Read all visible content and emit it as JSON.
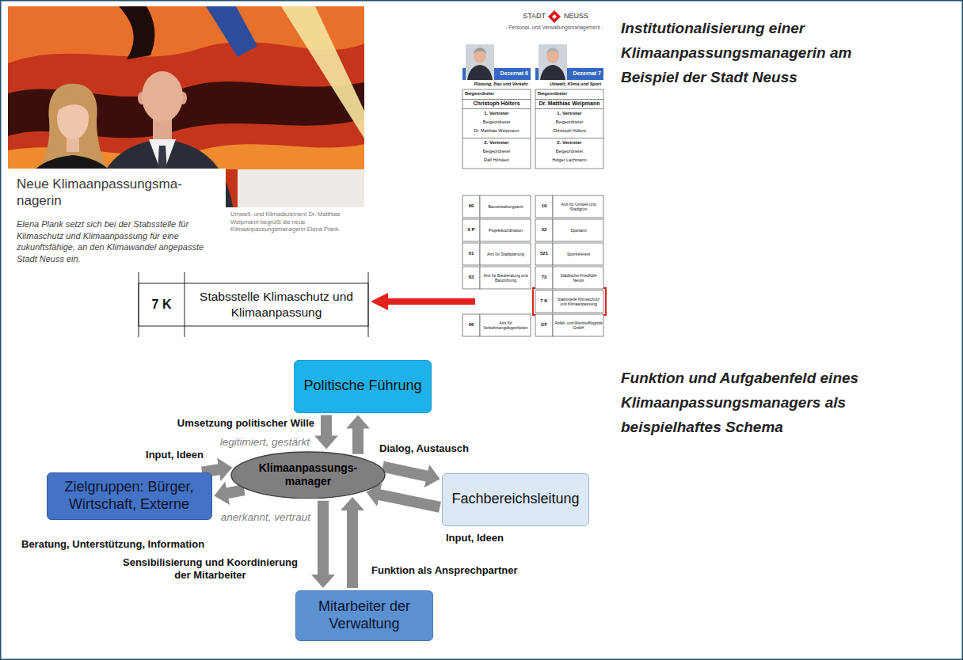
{
  "diagram": {
    "nodes": [
      {
        "text": [
          "Politische Führung"
        ]
      },
      {
        "text": [
          "Zielgruppen: Bürger, Wirtschaft, Externe"
        ]
      },
      {
        "text": [
          "Klimaanpassungs- manager"
        ]
      },
      {
        "text": [
          "Fachbereichsleitung"
        ]
      },
      {
        "text": [
          "Mitarbeiter der Verwaltung"
        ]
      }
    ],
    "edges": [
      {
        "from": 0,
        "to": 2,
        "arrow": "to",
        "label": "Umsetzung politischer Wille"
      },
      {
        "from": 2,
        "to": 0,
        "arrow": "to"
      },
      {
        "from": 2,
        "to": 3,
        "arrow": "to",
        "label": "Dialog, Austausch"
      },
      {
        "from": 3,
        "to": 2,
        "arrow": "to",
        "label": "Input, Ideen"
      },
      {
        "from": 1,
        "to": 2,
        "arrow": "to",
        "label": "Input, Ideen"
      },
      {
        "from": 2,
        "to": 1,
        "arrow": "to",
        "label": "Beratung, Unterstützung, Information"
      },
      {
        "from": 2,
        "to": 4,
        "arrow": "to",
        "label": "Sensibilisierung und Koordinierung der Mitarbeiter"
      },
      {
        "from": 4,
        "to": 2,
        "arrow": "to",
        "label": "Funktion als Ansprechpartner"
      }
    ],
    "labels": [
      "Neue Klimaanpassungsma- nagerin",
      "Elena Plank setzt sich bei der Stabsstelle für Klimaschutz und Klimaanpassung für eine zukunftsfähige, an den Klimawandel angepasste Stadt Neuss ein.",
      "Umwelt- und Klimadezernent Dr. Matthias Welpmann begrüßt die neue Klimaanpassungsmanagerin Elena Plank.",
      "STADT",
      "NEUSS",
      "- Personal- und Verwaltungsmanagement -",
      "Dezernat 6",
      "Planung, Bau und Verkehr",
      "Beigeordneter",
      "Christoph Hölters",
      "1. Vertreter",
      "Beigeordneter",
      "Dr. Matthias Welpmann",
      "2. Vertreter",
      "Beigeordneter",
      "Ralf Hörsken",
      "60",
      "Bauverwaltungsamt",
      "6 P",
      "Projektkoordination",
      "61",
      "Amt für Stadtplanung",
      "63",
      "Amt für Bauberatung und Bauordnung",
      "66",
      "Amt für Verkehrsangelegenheiten",
      "Dezernat 7",
      "Umwelt, Klima und Sport",
      "Beigeordneter",
      "Dr. Matthias Welpmann",
      "1. Vertreter",
      "Beigeordneter",
      "Christoph Hölters",
      "2. Vertreter",
      "Beigeordneter",
      "Holger Lachmann",
      "19",
      "Amt für Umwelt und Stadtgrün",
      "52",
      "Sportamt",
      "521",
      "Sportreferent",
      "72",
      "Städtische Friedhöfe Neuss",
      "7 K",
      "Stabsstelle Klimaschutz und Klimaanpassung",
      "GF",
      "Abfall- und Wertstofflogistik GmbH",
      "7 K",
      "Stabsstelle Klimaschutz und Klimaanpassung",
      "Institutionalisierung einer Klimaanpassungsmanagerin am Beispiel der Stadt Neuss",
      "Funktion und Aufgabenfeld eines Klimaanpassungsmanagers als beispielhaftes Schema",
      "legitimiert, gestärkt",
      "anerkannt, vertraut"
    ]
  }
}
